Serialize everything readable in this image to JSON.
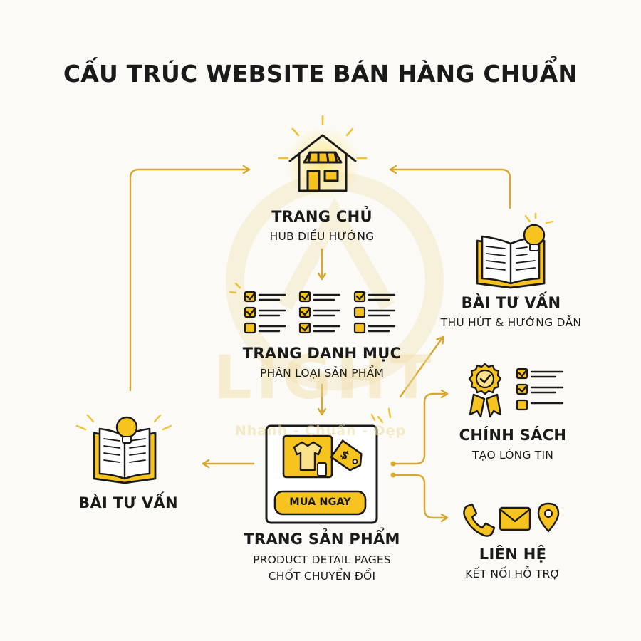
{
  "title": "CẤU TRÚC WEBSITE BÁN HÀNG CHUẨN",
  "watermark": {
    "brand": "LIGHT",
    "slogan": "Nhanh - Chuẩn - Đẹp"
  },
  "colors": {
    "accent": "#d9a62e",
    "accent_fill": "#f7c31e",
    "glow": "#fde46e",
    "ink": "#1a1a1a",
    "background": "#fbfaf6"
  },
  "nodes": {
    "home": {
      "label": "TRANG CHỦ",
      "sub": "HUB ĐIỀU HƯỚNG",
      "icon": "store-house-icon"
    },
    "category": {
      "label": "TRANG DANH MỤC",
      "sub": "PHÂN LOẠI SẢN PHẨM",
      "icon": "checklist-icon"
    },
    "product": {
      "label": "TRANG SẢN PHẨM",
      "sub_1": "PRODUCT DETAIL PAGES",
      "sub_2": "CHỐT CHUYỂN ĐỔI",
      "button": "MUA NGAY",
      "icon": "shirt-price-tag-icon"
    },
    "blog_left": {
      "label": "BÀI TƯ VẤN",
      "icon": "open-book-lightbulb-icon"
    },
    "blog_right": {
      "label": "BÀI TƯ VẤN",
      "sub": "THU HÚT & HƯỚNG DẪN",
      "icon": "open-book-lightbulb-icon"
    },
    "policy": {
      "label": "CHÍNH SÁCH",
      "sub": "TẠO LÒNG TIN",
      "icon": "award-badge-checklist-icon"
    },
    "contact": {
      "label": "LIÊN HỆ",
      "sub": "KẾT NỐI HỖ TRỢ",
      "icons": [
        "phone-icon",
        "mail-icon",
        "location-pin-icon"
      ]
    }
  }
}
